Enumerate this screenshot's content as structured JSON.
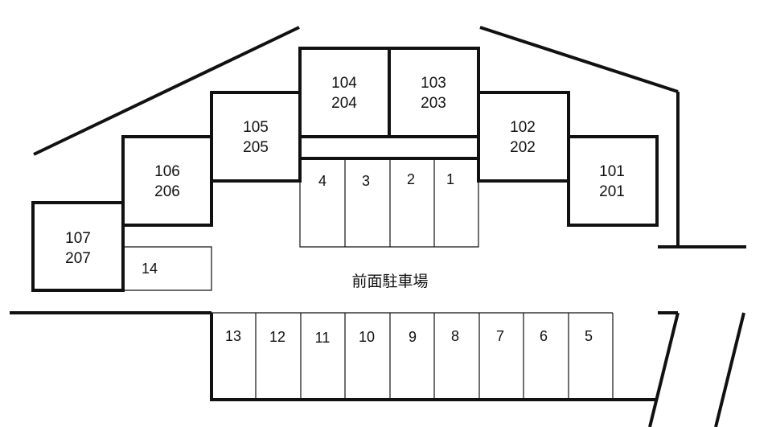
{
  "units": [
    {
      "id": "u101",
      "first": "101",
      "second": "201"
    },
    {
      "id": "u102",
      "first": "102",
      "second": "202"
    },
    {
      "id": "u103",
      "first": "103",
      "second": "203"
    },
    {
      "id": "u104",
      "first": "104",
      "second": "204"
    },
    {
      "id": "u105",
      "first": "105",
      "second": "205"
    },
    {
      "id": "u106",
      "first": "106",
      "second": "206"
    },
    {
      "id": "u107",
      "first": "107",
      "second": "207"
    }
  ],
  "parking": {
    "label": "前面駐車場",
    "front_spaces": [
      "4",
      "3",
      "2",
      "1"
    ],
    "side_space": "14",
    "bottom_spaces": [
      "13",
      "12",
      "11",
      "10",
      "9",
      "8",
      "7",
      "6",
      "5"
    ]
  },
  "colors": {
    "line": "#111111",
    "background": "#ffffff"
  }
}
